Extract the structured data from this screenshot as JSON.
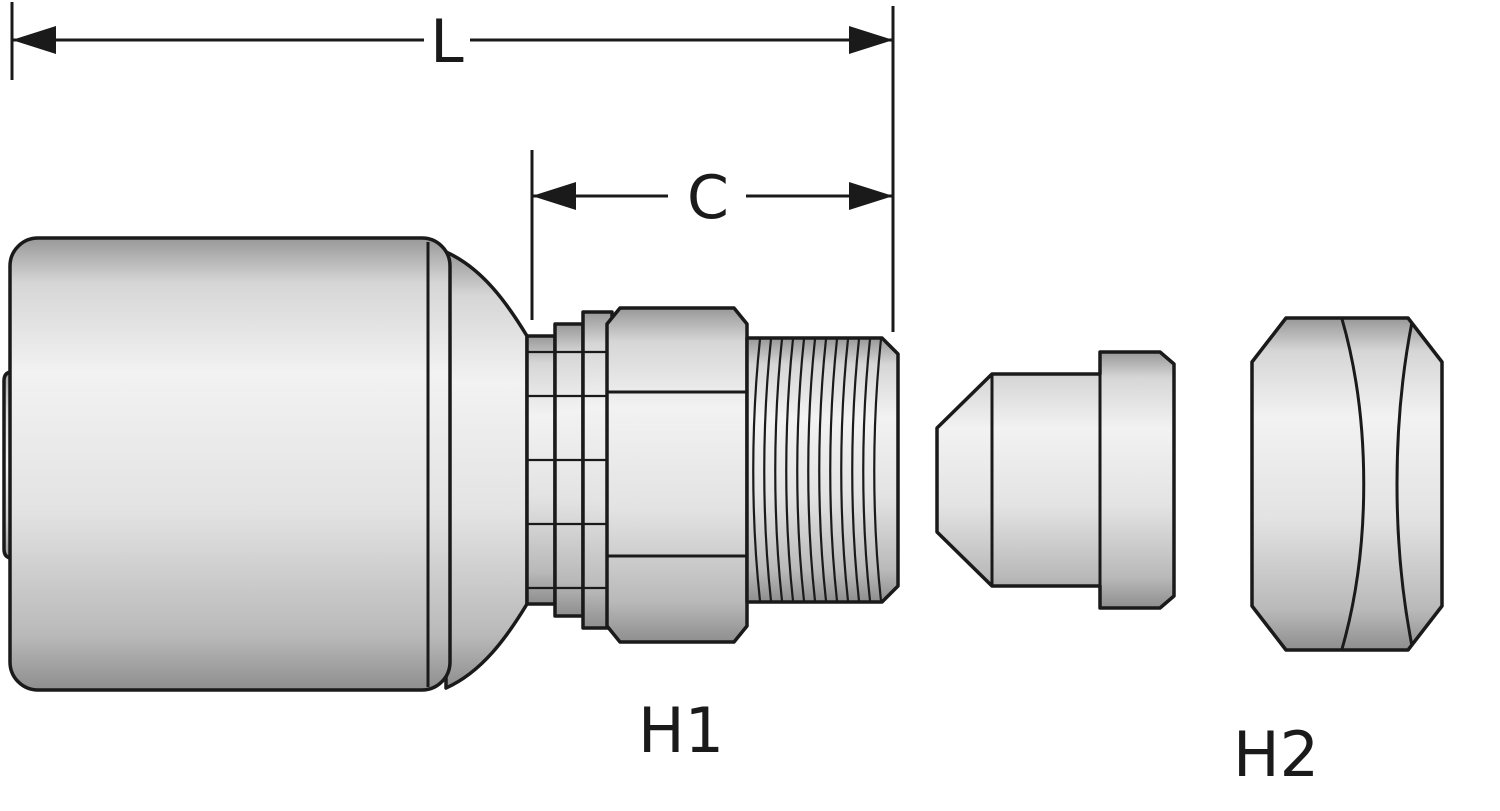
{
  "labels": {
    "length": "L",
    "cutoff": "C",
    "hex1": "H1",
    "hex2": "H2"
  },
  "colors": {
    "line": "#1a1a1a",
    "background": "#ffffff",
    "metal-light": "#f2f2f2",
    "metal-mid": "#d9d9d9",
    "metal-dark": "#9a9a9a"
  }
}
